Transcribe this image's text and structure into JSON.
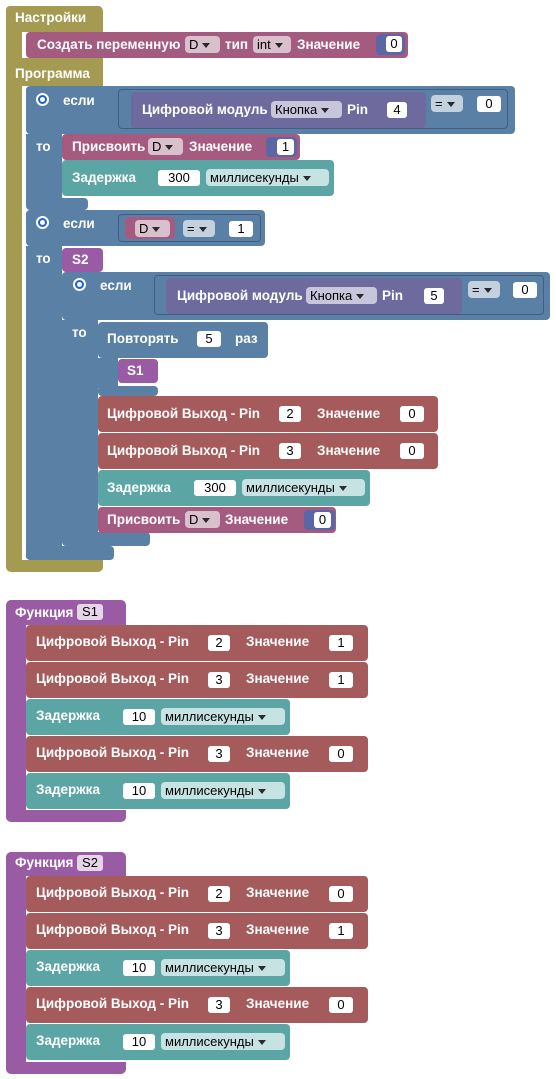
{
  "setup": {
    "title": "Настройки",
    "create_var_label": "Создать переменную",
    "var_name": "D",
    "type_label": "тип",
    "type_value": "int",
    "value_label": "Значение",
    "value": "0"
  },
  "program": {
    "title": "Программа",
    "if1": {
      "if_label": "если",
      "then_label": "то",
      "module_label": "Цифровой модуль",
      "module_type": "Кнопка",
      "pin_label": "Pin",
      "pin": "4",
      "op": "=",
      "compare_value": "0",
      "assign_label": "Присвоить",
      "assign_var": "D",
      "assign_value_label": "Значение",
      "assign_value": "1",
      "delay_label": "Задержка",
      "delay_value": "300",
      "delay_unit": "миллисекунды"
    },
    "if2": {
      "if_label": "если",
      "then_label": "то",
      "var": "D",
      "op": "=",
      "compare_value": "1",
      "call": "S2",
      "inner_if": {
        "if_label": "если",
        "then_label": "то",
        "module_label": "Цифровой модуль",
        "module_type": "Кнопка",
        "pin_label": "Pin",
        "pin": "5",
        "op": "=",
        "compare_value": "0",
        "repeat_label": "Повторять",
        "repeat_count": "5",
        "repeat_unit": "раз",
        "repeat_call": "S1",
        "out1_label": "Цифровой Выход - Pin",
        "out1_pin": "2",
        "out1_value_label": "Значение",
        "out1_value": "0",
        "out2_label": "Цифровой Выход - Pin",
        "out2_pin": "3",
        "out2_value_label": "Значение",
        "out2_value": "0",
        "delay_label": "Задержка",
        "delay_value": "300",
        "delay_unit": "миллисекунды",
        "assign_label": "Присвоить",
        "assign_var": "D",
        "assign_value_label": "Значение",
        "assign_value": "0"
      }
    }
  },
  "func_s1": {
    "title": "Функция",
    "name": "S1",
    "rows": [
      {
        "kind": "out",
        "label": "Цифровой Выход - Pin",
        "pin": "2",
        "value_label": "Значение",
        "value": "1"
      },
      {
        "kind": "out",
        "label": "Цифровой Выход - Pin",
        "pin": "3",
        "value_label": "Значение",
        "value": "1"
      },
      {
        "kind": "delay",
        "label": "Задержка",
        "value": "10",
        "unit": "миллисекунды"
      },
      {
        "kind": "out",
        "label": "Цифровой Выход - Pin",
        "pin": "3",
        "value_label": "Значение",
        "value": "0"
      },
      {
        "kind": "delay",
        "label": "Задержка",
        "value": "10",
        "unit": "миллисекунды"
      }
    ]
  },
  "func_s2": {
    "title": "Функция",
    "name": "S2",
    "rows": [
      {
        "kind": "out",
        "label": "Цифровой Выход - Pin",
        "pin": "2",
        "value_label": "Значение",
        "value": "0"
      },
      {
        "kind": "out",
        "label": "Цифровой Выход - Pin",
        "pin": "3",
        "value_label": "Значение",
        "value": "1"
      },
      {
        "kind": "delay",
        "label": "Задержка",
        "value": "10",
        "unit": "миллисекунды"
      },
      {
        "kind": "out",
        "label": "Цифровой Выход - Pin",
        "pin": "3",
        "value_label": "Значение",
        "value": "0"
      },
      {
        "kind": "delay",
        "label": "Задержка",
        "value": "10",
        "unit": "миллисекунды"
      }
    ]
  },
  "colors": {
    "olive": "#a59a52",
    "blue_logic": "#5b80a5",
    "maroon_var": "#a55b80",
    "purple_func": "#9a5ba5",
    "teal_delay": "#5ba5a5",
    "brown_out": "#a55b5b",
    "module_purple": "#6f6a9e",
    "number_blue": "#5b67a5"
  }
}
